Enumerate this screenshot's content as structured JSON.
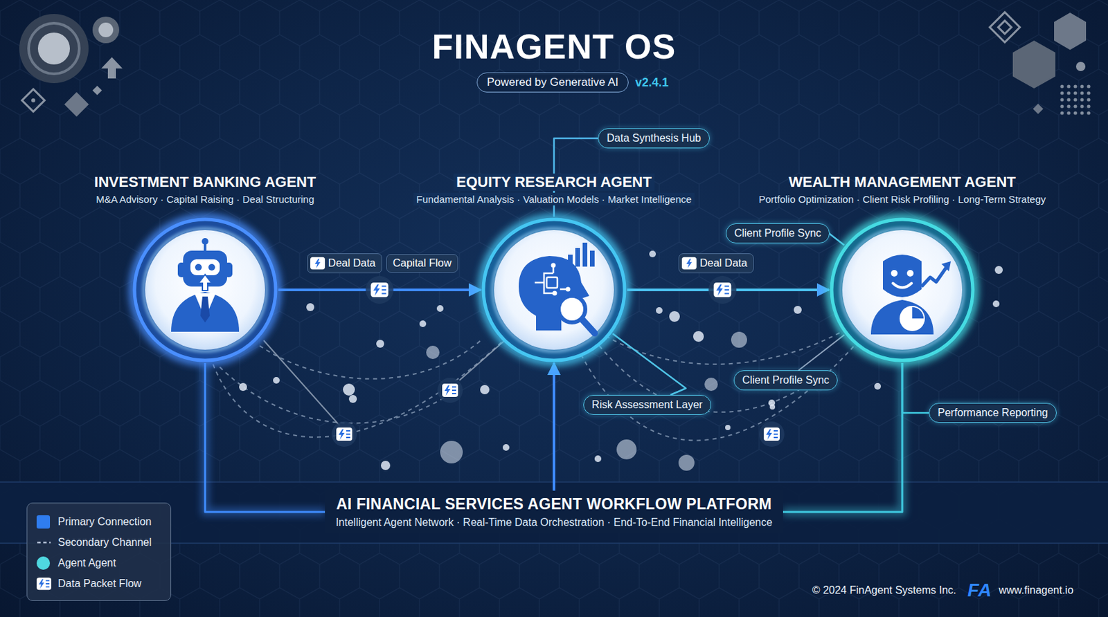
{
  "diagram": {
    "title": "FINAGENT OS",
    "nodes": [
      {
        "text": [
          "Powered by Generative AI"
        ]
      },
      {
        "text": [
          "Data Synthesis Hub"
        ]
      },
      {
        "text": [
          "INVESTMENT BANKING AGENT",
          "M&A Advisory · Capital Raising · Deal Structuring"
        ]
      },
      {
        "text": [
          "EQUITY RESEARCH AGENT",
          "Fundamental Analysis · Valuation Models · Market Intelligence"
        ]
      },
      {
        "text": [
          "WEALTH MANAGEMENT AGENT",
          "Portfolio Optimization · Client Risk Profiling · Long-Term Strategy"
        ]
      },
      {
        "text": [
          "Client Profile Sync"
        ]
      },
      {
        "text": [
          "Client Profile Sync"
        ]
      },
      {
        "text": [
          "Risk Assessment Layer"
        ]
      },
      {
        "text": [
          "Performance Reporting"
        ]
      },
      {
        "text": [
          "AI FINANCIAL SERVICES AGENT WORKFLOW PLATFORM",
          "Intelligent Agent Network · Real-Time Data Orchestration · End-To-End Financial Intelligence"
        ]
      }
    ],
    "edges": [
      {
        "from": 2,
        "to": 3,
        "arrow": "to",
        "label": "Deal Data"
      },
      {
        "from": 3,
        "to": 4,
        "arrow": "to",
        "label": "Deal Data"
      },
      {
        "from": 9,
        "to": 3,
        "arrow": "to"
      },
      {
        "from": 9,
        "to": 2,
        "arrow": "none"
      },
      {
        "from": 9,
        "to": 4,
        "arrow": "none"
      },
      {
        "from": 3,
        "to": 1,
        "arrow": "none"
      },
      {
        "from": 5,
        "to": 4,
        "arrow": "none"
      },
      {
        "from": 3,
        "to": 7,
        "arrow": "none"
      },
      {
        "from": 6,
        "to": 4,
        "arrow": "none"
      },
      {
        "from": 4,
        "to": 8,
        "arrow": "none"
      }
    ],
    "labels": [
      "v2.4.1",
      "Capital Flow",
      "© 2024 FinAgent Systems Inc.",
      "FA",
      "www.finagent.io"
    ],
    "legend": [
      {
        "text": "Primary Connection",
        "color": "#2f7df0"
      },
      {
        "text": "Secondary Channel"
      },
      {
        "text": "Agent Agent",
        "color": "#4fd8e0"
      },
      {
        "text": "Data Packet Flow"
      }
    ]
  }
}
